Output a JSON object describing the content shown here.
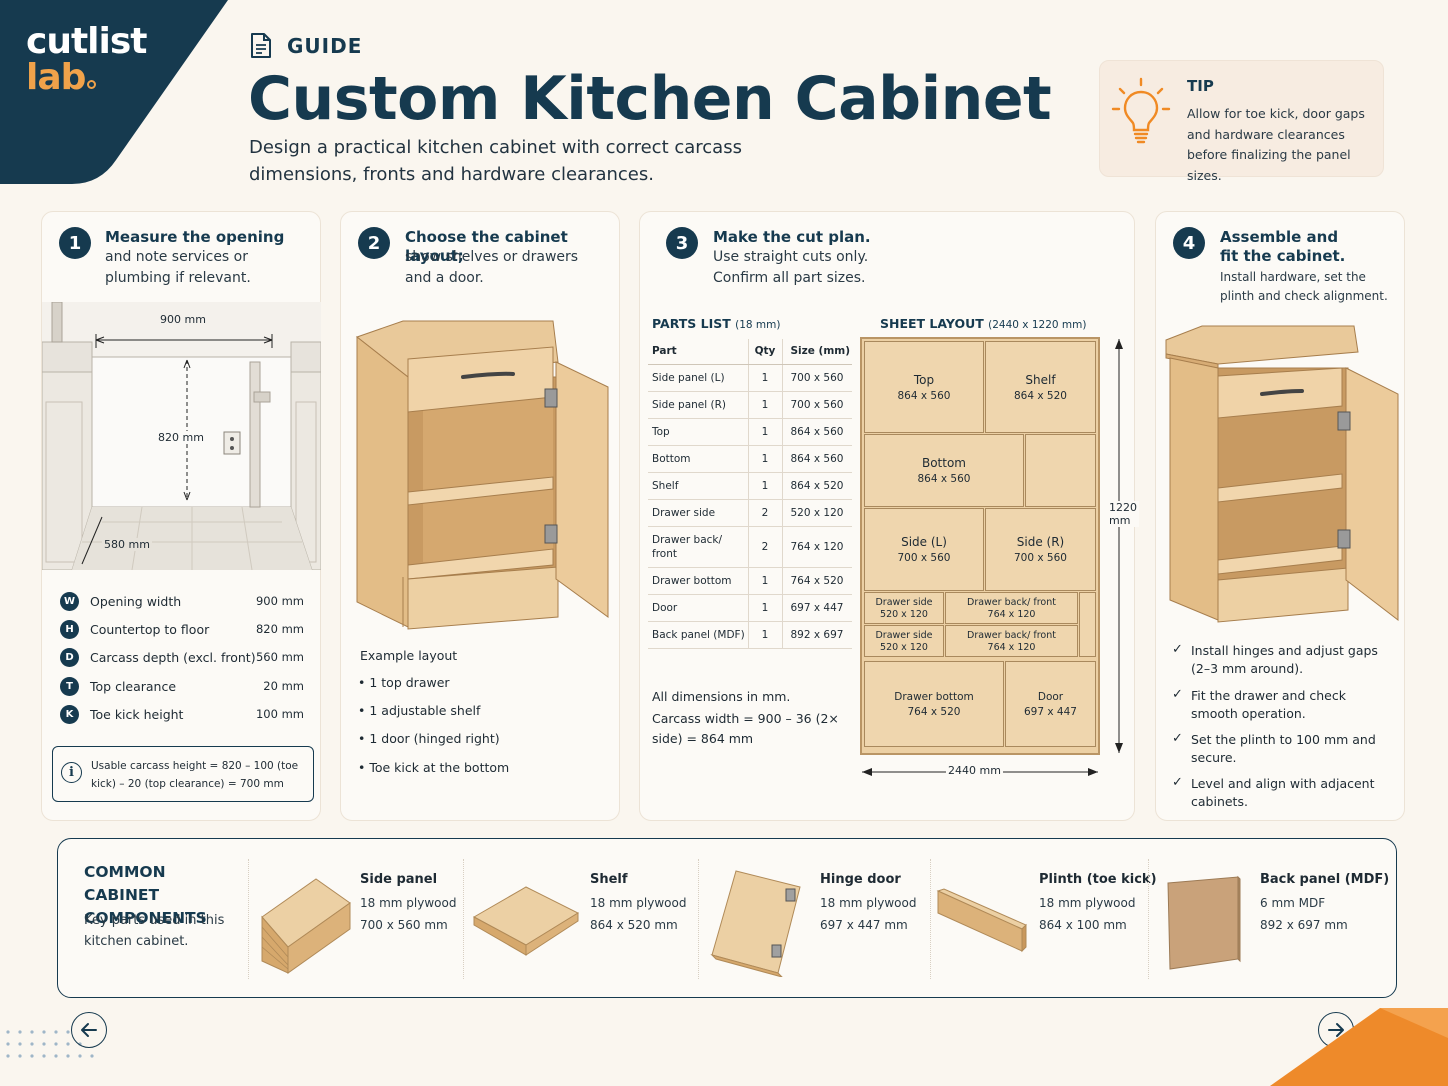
{
  "brand": {
    "line1": "cutlist",
    "line2": "lab",
    "colors": {
      "navy": "#163a4f",
      "orange": "#f0a24a",
      "wood": "#ecd0a4"
    }
  },
  "header": {
    "section_label": "GUIDE",
    "title": "Custom Kitchen Cabinet",
    "subtitle": "Design a practical kitchen cabinet with correct carcass dimensions, fronts and hardware clearances."
  },
  "tip": {
    "title": "TIP",
    "text": "Allow for toe kick, door gaps and hardware clearances before finalizing the panel sizes."
  },
  "steps": [
    {
      "num": "1",
      "title": "Measure the opening",
      "sub": "and note services or plumbing if relevant."
    },
    {
      "num": "2",
      "title": "Choose the cabinet layout;",
      "sub": "show shelves or drawers and a door."
    },
    {
      "num": "3",
      "title": "Make the cut plan.",
      "sub": "Use straight cuts only. Confirm all part sizes."
    },
    {
      "num": "4",
      "title": "Assemble and fit the cabinet.",
      "sub": "Install hardware, set the plinth and check alignment."
    }
  ],
  "opening": {
    "width_label": "900 mm",
    "height_label": "820 mm",
    "depth_label": "580 mm",
    "specs": [
      {
        "badge": "W",
        "label": "Opening width",
        "value": "900 mm"
      },
      {
        "badge": "H",
        "label": "Countertop to floor",
        "value": "820 mm"
      },
      {
        "badge": "D",
        "label": "Carcass depth (excl. front)",
        "value": "560 mm"
      },
      {
        "badge": "T",
        "label": "Top clearance",
        "value": "20 mm"
      },
      {
        "badge": "K",
        "label": "Toe kick height",
        "value": "100 mm"
      }
    ],
    "info": "Usable carcass height = 820 – 100 (toe kick) – 20 (top clearance) = 700 mm"
  },
  "layout_example": {
    "title": "Example layout",
    "items": [
      "1 top drawer",
      "1 adjustable shelf",
      "1 door (hinged right)",
      "Toe kick at the bottom"
    ]
  },
  "parts_list": {
    "heading": "PARTS LIST",
    "heading_note": "(18 mm)",
    "columns": [
      "Part",
      "Qty",
      "Size (mm)"
    ],
    "rows": [
      [
        "Side panel (L)",
        "1",
        "700 x 560"
      ],
      [
        "Side panel (R)",
        "1",
        "700 x 560"
      ],
      [
        "Top",
        "1",
        "864 x 560"
      ],
      [
        "Bottom",
        "1",
        "864 x 560"
      ],
      [
        "Shelf",
        "1",
        "864 x 520"
      ],
      [
        "Drawer side",
        "2",
        "520 x 120"
      ],
      [
        "Drawer back/ front",
        "2",
        "764 x 120"
      ],
      [
        "Drawer bottom",
        "1",
        "764 x 520"
      ],
      [
        "Door",
        "1",
        "697 x 447"
      ],
      [
        "Back panel (MDF)",
        "1",
        "892 x 697"
      ]
    ],
    "note": "All dimensions in mm.",
    "carcass": "Carcass width = 900 – 36 (2× side) = 864 mm"
  },
  "sheet_layout": {
    "heading": "SHEET LAYOUT",
    "heading_note": "(2440 x 1220 mm)",
    "height_label": "1220 mm",
    "width_label": "2440 mm",
    "pieces": {
      "top": {
        "name": "Top",
        "size": "864 x 560"
      },
      "shelf": {
        "name": "Shelf",
        "size": "864 x 520"
      },
      "bottom": {
        "name": "Bottom",
        "size": "864 x 560"
      },
      "side_l": {
        "name": "Side (L)",
        "size": "700 x 560"
      },
      "side_r": {
        "name": "Side (R)",
        "size": "700 x 560"
      },
      "drawer_side_1": {
        "name": "Drawer side",
        "size": "520 x 120"
      },
      "drawer_side_2": {
        "name": "Drawer side",
        "size": "520 x 120"
      },
      "drawer_back_1": {
        "name": "Drawer back/ front",
        "size": "764 x 120"
      },
      "drawer_back_2": {
        "name": "Drawer back/ front",
        "size": "764 x 120"
      },
      "drawer_bottom": {
        "name": "Drawer bottom",
        "size": "764 x 520"
      },
      "door": {
        "name": "Door",
        "size": "697 x 447"
      }
    }
  },
  "assembly_checks": [
    "Install hinges and adjust gaps (2–3 mm around).",
    "Fit the drawer and check smooth operation.",
    "Set the plinth to 100 mm and secure.",
    "Level and align with adjacent cabinets."
  ],
  "components": {
    "title": "COMMON CABINET COMPONENTS",
    "description": "Key parts used in this kitchen cabinet.",
    "items": [
      {
        "name": "Side panel",
        "material": "18 mm plywood",
        "size": "700 x 560 mm"
      },
      {
        "name": "Shelf",
        "material": "18 mm plywood",
        "size": "864 x 520 mm"
      },
      {
        "name": "Hinge door",
        "material": "18 mm plywood",
        "size": "697 x 447 mm"
      },
      {
        "name": "Plinth (toe kick)",
        "material": "18 mm plywood",
        "size": "864 x 100 mm"
      },
      {
        "name": "Back panel (MDF)",
        "material": "6 mm MDF",
        "size": "892 x 697 mm"
      }
    ]
  }
}
